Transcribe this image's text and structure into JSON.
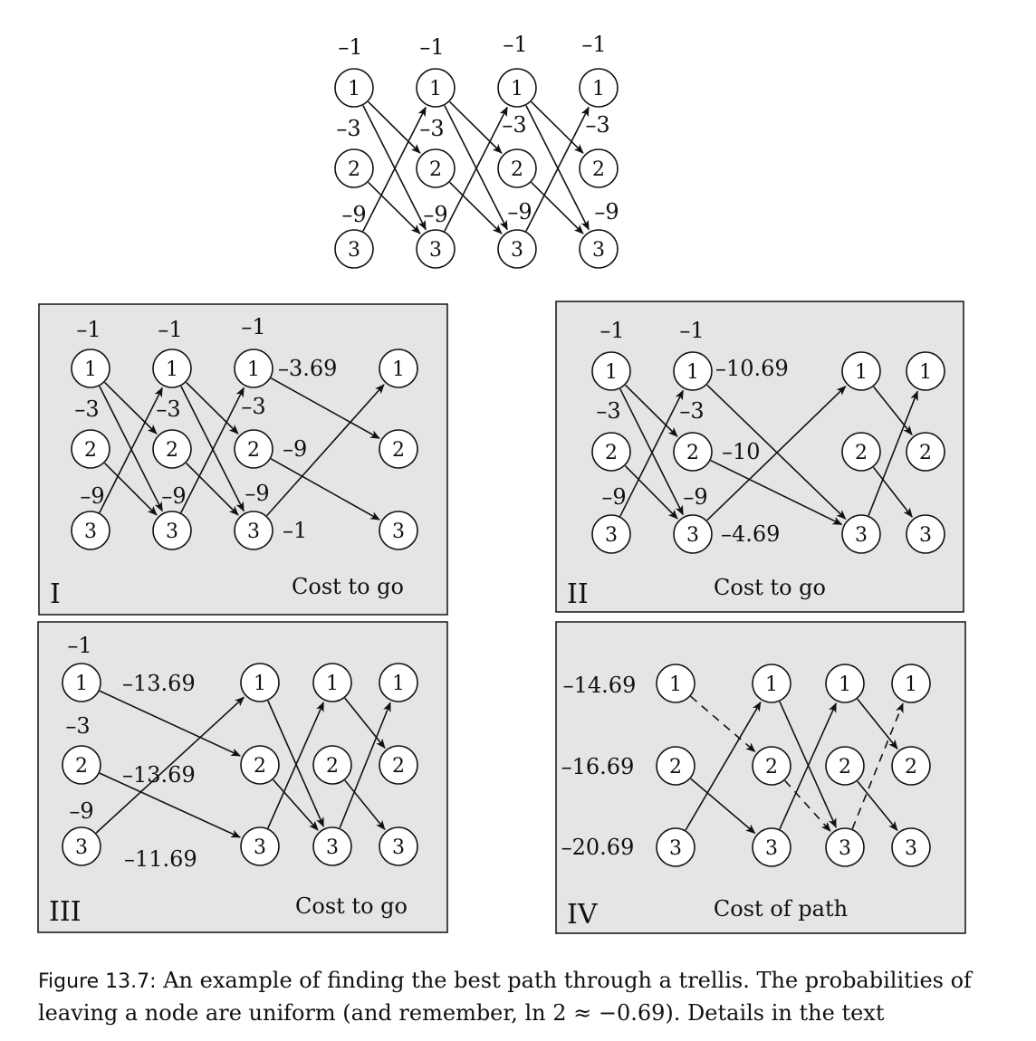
{
  "top_trellis": {
    "nodes": [
      [
        1,
        1,
        1,
        1
      ],
      [
        2,
        2,
        2,
        2
      ],
      [
        3,
        3,
        3,
        3
      ]
    ],
    "costs": {
      "state1": "–1",
      "state2": "–3",
      "state3": "–9"
    }
  },
  "panels": [
    {
      "label": "I",
      "footer": "Cost to go",
      "stage_costs": {
        "state1": "–1",
        "state2": "–3",
        "state3": "–9"
      },
      "values": [
        "–3.69",
        "–9",
        "–1"
      ]
    },
    {
      "label": "II",
      "footer": "Cost to go",
      "stage_costs": {
        "state1": "–1",
        "state2": "–3",
        "state3": "–9"
      },
      "values": [
        "–10.69",
        "–10",
        "–4.69"
      ]
    },
    {
      "label": "III",
      "footer": "Cost to go",
      "stage_costs": {
        "state1": "–1",
        "state2": "–3",
        "state3": "–9"
      },
      "values": [
        "–13.69",
        "–13.69",
        "–11.69"
      ]
    },
    {
      "label": "IV",
      "footer": "Cost of path",
      "values": [
        "–14.69",
        "–16.69",
        "–20.69"
      ]
    }
  ],
  "caption": {
    "figure": "Figure 13.7:",
    "text": " An example of finding the best path through a trellis. The probabilities of leaving a node are uniform (and remember, ln 2 ≈ −0.69). Details in the text"
  },
  "colors": {
    "panel_fill": "#e5e5e5",
    "node_fill": "#ffffff",
    "stroke": "#111111"
  }
}
